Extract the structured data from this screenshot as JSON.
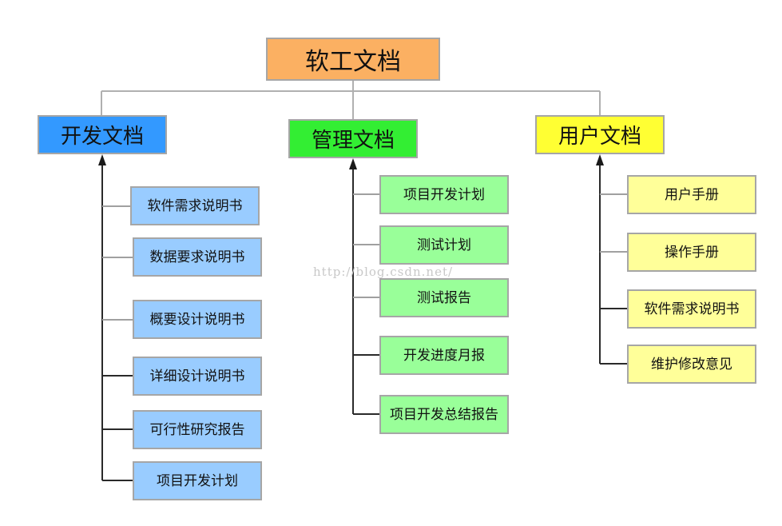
{
  "root": {
    "label": "软工文档",
    "color": "#fbb062"
  },
  "categories": [
    {
      "label": "开发文档",
      "color": "#3399ff",
      "leaf_color": "#99ccff",
      "items": [
        "软件需求说明书",
        "数据要求说明书",
        "概要设计说明书",
        "详细设计说明书",
        "可行性研究报告",
        "项目开发计划"
      ]
    },
    {
      "label": "管理文档",
      "color": "#33ee33",
      "leaf_color": "#99ff99",
      "items": [
        "项目开发计划",
        "测试计划",
        "测试报告",
        "开发进度月报",
        "项目开发总结报告"
      ]
    },
    {
      "label": "用户文档",
      "color": "#ffff33",
      "leaf_color": "#ffff99",
      "items": [
        "用户手册",
        "操作手册",
        "软件需求说明书",
        "维护修改意见"
      ]
    }
  ],
  "watermark": "http://blog.csdn.net/"
}
